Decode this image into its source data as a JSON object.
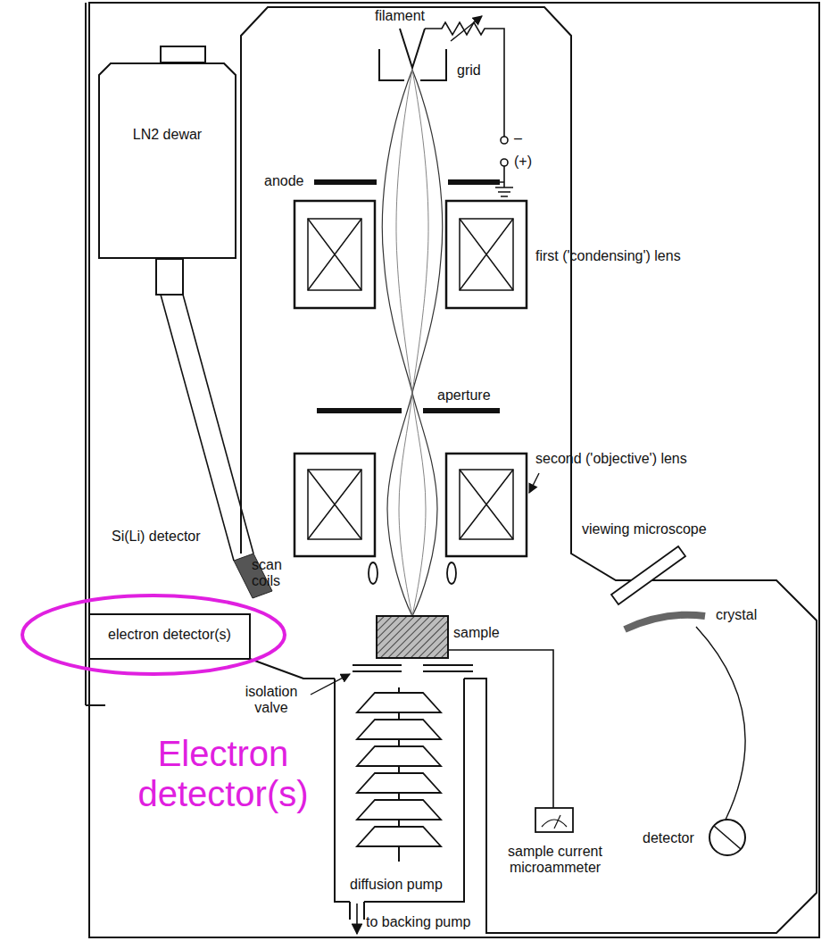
{
  "diagram": {
    "nodes": [
      {
        "text": [
          "LN2 dewar"
        ]
      },
      {
        "text": [
          "electron detector(s)"
        ]
      }
    ],
    "labels": [
      "filament",
      "grid",
      "–",
      "(+)",
      "anode",
      "first ('condensing') lens",
      "aperture",
      "second ('objective') lens",
      "viewing microscope",
      "scan coils",
      "Si(Li) detector",
      "crystal",
      "sample",
      "isolation valve",
      "diffusion pump",
      "detector",
      "sample current microammeter",
      "to backing pump",
      "Electron detector(s)"
    ]
  }
}
